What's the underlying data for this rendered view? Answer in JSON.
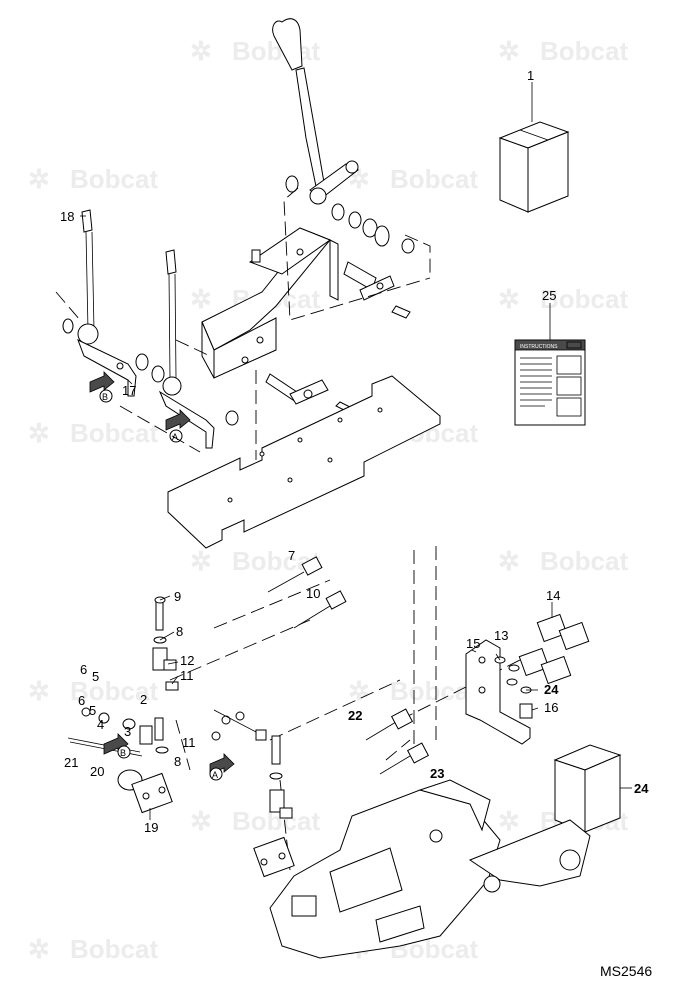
{
  "watermark": {
    "brand": "Bobcat"
  },
  "reference_code": "MS2546",
  "callouts": [
    {
      "id": "c1",
      "text": "1",
      "bold": false
    },
    {
      "id": "c25",
      "text": "25",
      "bold": false
    },
    {
      "id": "c18",
      "text": "18",
      "bold": false
    },
    {
      "id": "c17",
      "text": "17",
      "bold": false
    },
    {
      "id": "c7",
      "text": "7",
      "bold": false
    },
    {
      "id": "c10",
      "text": "10",
      "bold": false
    },
    {
      "id": "c9",
      "text": "9",
      "bold": false
    },
    {
      "id": "c8a",
      "text": "8",
      "bold": false
    },
    {
      "id": "c12",
      "text": "12",
      "bold": false
    },
    {
      "id": "c11a",
      "text": "11",
      "bold": false
    },
    {
      "id": "c6a",
      "text": "6",
      "bold": false
    },
    {
      "id": "c5a",
      "text": "5",
      "bold": false
    },
    {
      "id": "c6b",
      "text": "6",
      "bold": false
    },
    {
      "id": "c5b",
      "text": "5",
      "bold": false
    },
    {
      "id": "c4",
      "text": "4",
      "bold": false
    },
    {
      "id": "c3",
      "text": "3",
      "bold": false
    },
    {
      "id": "c2",
      "text": "2",
      "bold": false
    },
    {
      "id": "c11b",
      "text": "11",
      "bold": false
    },
    {
      "id": "c8b",
      "text": "8",
      "bold": false
    },
    {
      "id": "c21",
      "text": "21",
      "bold": false
    },
    {
      "id": "c20",
      "text": "20",
      "bold": false
    },
    {
      "id": "c19",
      "text": "19",
      "bold": false
    },
    {
      "id": "c14",
      "text": "14",
      "bold": false
    },
    {
      "id": "c15",
      "text": "15",
      "bold": false
    },
    {
      "id": "c13",
      "text": "13",
      "bold": false
    },
    {
      "id": "c24a",
      "text": "24",
      "bold": true
    },
    {
      "id": "c16",
      "text": "16",
      "bold": false
    },
    {
      "id": "c22",
      "text": "22",
      "bold": true
    },
    {
      "id": "c23",
      "text": "23",
      "bold": true
    },
    {
      "id": "c24b",
      "text": "24",
      "bold": true
    }
  ],
  "markers": [
    {
      "id": "mB1",
      "text": "B"
    },
    {
      "id": "mA1",
      "text": "A"
    },
    {
      "id": "mB2",
      "text": "B"
    },
    {
      "id": "mA2",
      "text": "A"
    }
  ],
  "instruction_sheet": {
    "header": "INSTRUCTIONS"
  }
}
